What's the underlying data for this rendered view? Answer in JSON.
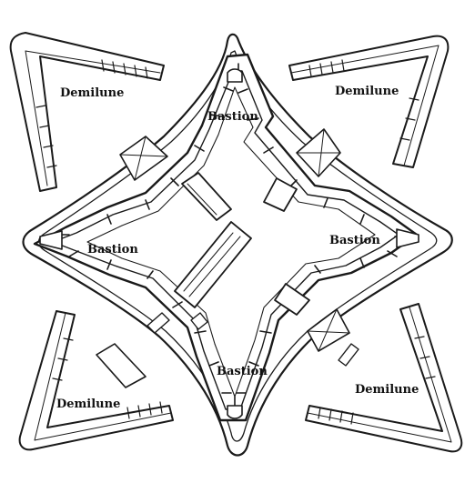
{
  "labels": {
    "demilune_nw": "Demilune",
    "demilune_ne": "Demilune",
    "demilune_sw": "Demilune",
    "demilune_se": "Demilune",
    "bastion_n": "Bastion",
    "bastion_w": "Bastion",
    "bastion_e": "Bastion",
    "bastion_s": "Bastion"
  },
  "colors": {
    "ink": "#1a1a1a",
    "paper": "#ffffff"
  }
}
